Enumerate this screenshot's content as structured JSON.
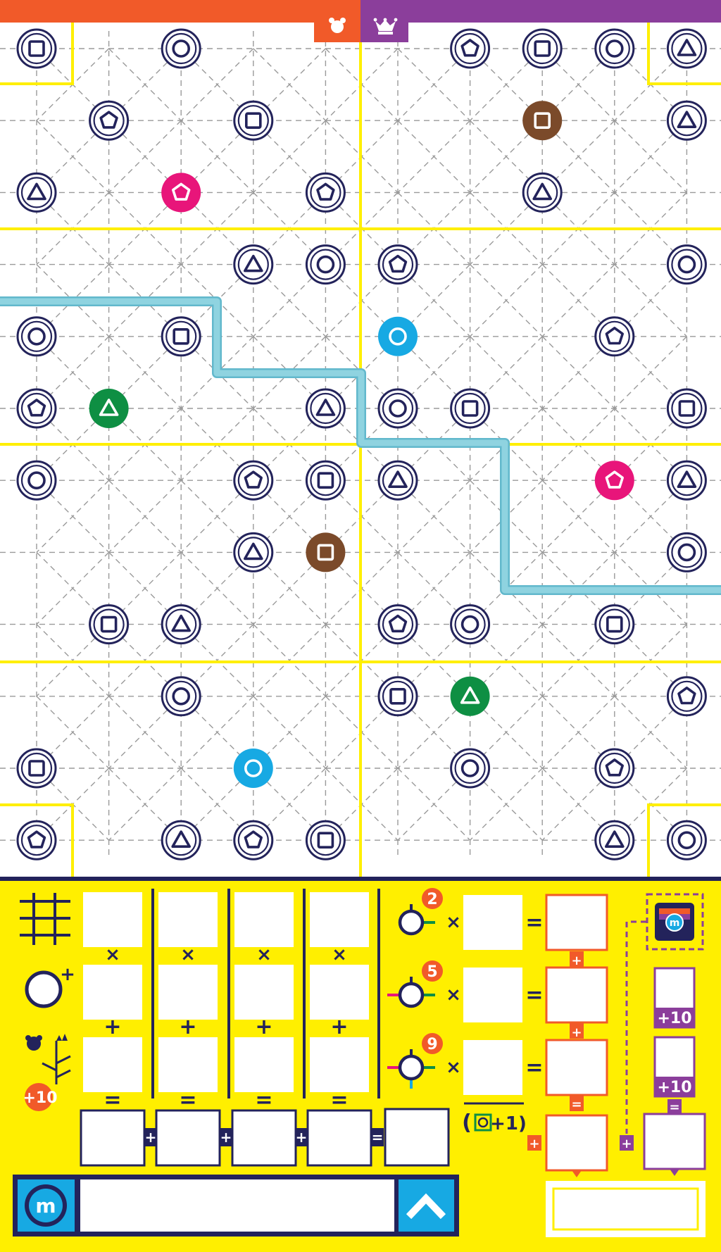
{
  "map": {
    "columns": 10,
    "rows": 12,
    "stations": [
      {
        "col": 0,
        "row": 0,
        "shape": "square",
        "color": "#23235b"
      },
      {
        "col": 2,
        "row": 0,
        "shape": "circle",
        "color": "#23235b"
      },
      {
        "col": 6,
        "row": 0,
        "shape": "pentagon",
        "color": "#23235b"
      },
      {
        "col": 7,
        "row": 0,
        "shape": "square",
        "color": "#23235b"
      },
      {
        "col": 8,
        "row": 0,
        "shape": "circle",
        "color": "#23235b"
      },
      {
        "col": 9,
        "row": 0,
        "shape": "triangle",
        "color": "#23235b"
      },
      {
        "col": 1,
        "row": 1,
        "shape": "pentagon",
        "color": "#23235b"
      },
      {
        "col": 3,
        "row": 1,
        "shape": "square",
        "color": "#23235b"
      },
      {
        "col": 7,
        "row": 1,
        "shape": "square",
        "color": "#7b4a2a",
        "filled": true
      },
      {
        "col": 9,
        "row": 1,
        "shape": "triangle",
        "color": "#23235b"
      },
      {
        "col": 0,
        "row": 2,
        "shape": "triangle",
        "color": "#23235b"
      },
      {
        "col": 2,
        "row": 2,
        "shape": "pentagon",
        "color": "#e8157a",
        "filled": true
      },
      {
        "col": 4,
        "row": 2,
        "shape": "pentagon",
        "color": "#23235b"
      },
      {
        "col": 7,
        "row": 2,
        "shape": "triangle",
        "color": "#23235b"
      },
      {
        "col": 3,
        "row": 3,
        "shape": "triangle",
        "color": "#23235b"
      },
      {
        "col": 4,
        "row": 3,
        "shape": "circle",
        "color": "#23235b"
      },
      {
        "col": 5,
        "row": 3,
        "shape": "pentagon",
        "color": "#23235b"
      },
      {
        "col": 9,
        "row": 3,
        "shape": "circle",
        "color": "#23235b"
      },
      {
        "col": 0,
        "row": 4,
        "shape": "circle",
        "color": "#23235b"
      },
      {
        "col": 2,
        "row": 4,
        "shape": "square",
        "color": "#23235b"
      },
      {
        "col": 5,
        "row": 4,
        "shape": "circle",
        "color": "#17a9e3",
        "filled": true
      },
      {
        "col": 8,
        "row": 4,
        "shape": "pentagon",
        "color": "#23235b"
      },
      {
        "col": 0,
        "row": 5,
        "shape": "pentagon",
        "color": "#23235b"
      },
      {
        "col": 1,
        "row": 5,
        "shape": "triangle",
        "color": "#0e8f43",
        "filled": true
      },
      {
        "col": 4,
        "row": 5,
        "shape": "triangle",
        "color": "#23235b"
      },
      {
        "col": 5,
        "row": 5,
        "shape": "circle",
        "color": "#23235b"
      },
      {
        "col": 6,
        "row": 5,
        "shape": "square",
        "color": "#23235b"
      },
      {
        "col": 9,
        "row": 5,
        "shape": "square",
        "color": "#23235b"
      },
      {
        "col": 0,
        "row": 6,
        "shape": "circle",
        "color": "#23235b"
      },
      {
        "col": 3,
        "row": 6,
        "shape": "pentagon",
        "color": "#23235b"
      },
      {
        "col": 4,
        "row": 6,
        "shape": "square",
        "color": "#23235b"
      },
      {
        "col": 5,
        "row": 6,
        "shape": "triangle",
        "color": "#23235b"
      },
      {
        "col": 8,
        "row": 6,
        "shape": "pentagon",
        "color": "#e8157a",
        "filled": true
      },
      {
        "col": 9,
        "row": 6,
        "shape": "triangle",
        "color": "#23235b"
      },
      {
        "col": 3,
        "row": 7,
        "shape": "triangle",
        "color": "#23235b"
      },
      {
        "col": 4,
        "row": 7,
        "shape": "square",
        "color": "#7b4a2a",
        "filled": true
      },
      {
        "col": 9,
        "row": 7,
        "shape": "circle",
        "color": "#23235b"
      },
      {
        "col": 1,
        "row": 8,
        "shape": "square",
        "color": "#23235b"
      },
      {
        "col": 2,
        "row": 8,
        "shape": "triangle",
        "color": "#23235b"
      },
      {
        "col": 5,
        "row": 8,
        "shape": "pentagon",
        "color": "#23235b"
      },
      {
        "col": 6,
        "row": 8,
        "shape": "circle",
        "color": "#23235b"
      },
      {
        "col": 8,
        "row": 8,
        "shape": "square",
        "color": "#23235b"
      },
      {
        "col": 2,
        "row": 9,
        "shape": "circle",
        "color": "#23235b"
      },
      {
        "col": 5,
        "row": 9,
        "shape": "square",
        "color": "#23235b"
      },
      {
        "col": 6,
        "row": 9,
        "shape": "triangle",
        "color": "#0e8f43",
        "filled": true
      },
      {
        "col": 9,
        "row": 9,
        "shape": "pentagon",
        "color": "#23235b"
      },
      {
        "col": 0,
        "row": 10,
        "shape": "square",
        "color": "#23235b"
      },
      {
        "col": 3,
        "row": 10,
        "shape": "circle",
        "color": "#17a9e3",
        "filled": true
      },
      {
        "col": 6,
        "row": 10,
        "shape": "circle",
        "color": "#23235b"
      },
      {
        "col": 8,
        "row": 10,
        "shape": "pentagon",
        "color": "#23235b"
      },
      {
        "col": 0,
        "row": 11,
        "shape": "pentagon",
        "color": "#23235b"
      },
      {
        "col": 2,
        "row": 11,
        "shape": "triangle",
        "color": "#23235b"
      },
      {
        "col": 3,
        "row": 11,
        "shape": "pentagon",
        "color": "#23235b"
      },
      {
        "col": 4,
        "row": 11,
        "shape": "square",
        "color": "#23235b"
      },
      {
        "col": 8,
        "row": 11,
        "shape": "triangle",
        "color": "#23235b"
      },
      {
        "col": 9,
        "row": 11,
        "shape": "circle",
        "color": "#23235b"
      }
    ]
  },
  "colors": {
    "orange": "#f15a29",
    "purple": "#8b3e9b",
    "yellow": "#ffef00",
    "navy": "#23235b",
    "river": "#8fd3e0",
    "grid": "#9a9a9a"
  },
  "score": {
    "col_ops": [
      "×",
      "×",
      "×",
      "×"
    ],
    "plus_ops": [
      "+",
      "+",
      "+",
      "+"
    ],
    "eq_ops": [
      "=",
      "=",
      "=",
      "="
    ],
    "bonus_badge": "+10",
    "station_bonus": [
      {
        "label": "2",
        "op": "×",
        "eq": "="
      },
      {
        "label": "5",
        "op": "×",
        "eq": "="
      },
      {
        "label": "9",
        "op": "×",
        "eq": "="
      }
    ],
    "bonus_formula": "(▢+1)",
    "right_bonus": [
      "+10",
      "+10"
    ],
    "logo_letter": "m"
  }
}
